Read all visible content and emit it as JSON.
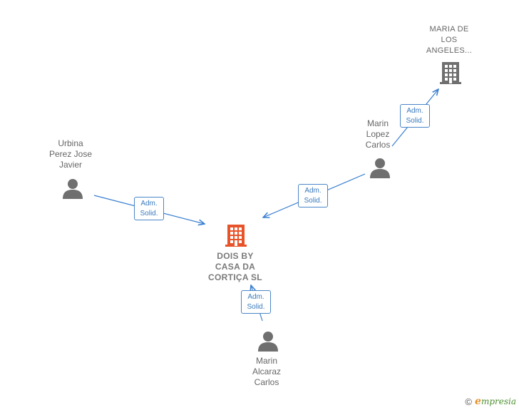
{
  "nodes": {
    "maria": {
      "label": "MARIA DE\nLOS\nANGELES..."
    },
    "dois": {
      "label": "DOIS BY\nCASA DA\nCORTIÇA  SL"
    },
    "urbina": {
      "label": "Urbina\nPerez Jose\nJavier"
    },
    "lopez": {
      "label": "Marin\nLopez\nCarlos"
    },
    "alcaraz": {
      "label": "Marin\nAlcaraz\nCarlos"
    }
  },
  "edges": [
    {
      "line1": "Adm.",
      "line2": "Solid."
    },
    {
      "line1": "Adm.",
      "line2": "Solid."
    },
    {
      "line1": "Adm.",
      "line2": "Solid."
    },
    {
      "line1": "Adm.",
      "line2": "Solid."
    }
  ],
  "footer": {
    "copyright": "©",
    "brand_initial": "e",
    "brand_rest": "mpresia"
  },
  "colors": {
    "edge": "#3a7fd0",
    "person": "#6f6f6f",
    "company_main": "#e8542a",
    "company_other": "#6f6f6f"
  }
}
